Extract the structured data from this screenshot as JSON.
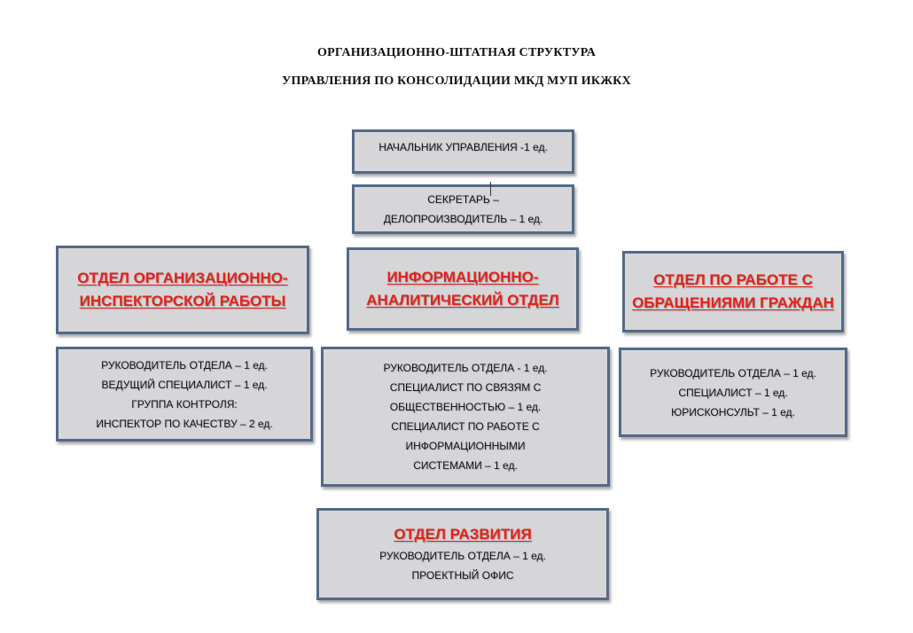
{
  "title": {
    "line1": "ОРГАНИЗАЦИОННО-ШТАТНАЯ СТРУКТУРА",
    "line2": "УПРАВЛЕНИЯ ПО КОНСОЛИДАЦИИ МКД МУП ИКЖКХ"
  },
  "head": {
    "lines": [
      "НАЧАЛЬНИК УПРАВЛЕНИЯ -1 ед."
    ]
  },
  "secretary": {
    "lines": [
      "СЕКРЕТАРЬ –",
      "ДЕЛОПРОИЗВОДИТЕЛЬ – 1 ед."
    ]
  },
  "departments": {
    "org_inspection": {
      "title_lines": [
        "ОТДЕЛ ОРГАНИЗАЦИОННО-",
        "ИНСПЕКТОРСКОЙ РАБОТЫ"
      ]
    },
    "info_analytic": {
      "title_lines": [
        "ИНФОРМАЦИОННО-",
        "АНАЛИТИЧЕСКИЙ ОТДЕЛ"
      ]
    },
    "citizens": {
      "title_lines": [
        "ОТДЕЛ ПО РАБОТЕ С",
        "ОБРАЩЕНИЯМИ ГРАЖДАН"
      ]
    }
  },
  "staff": {
    "org_inspection": {
      "lines": [
        "РУКОВОДИТЕЛЬ ОТДЕЛА – 1 ед.",
        "ВЕДУЩИЙ СПЕЦИАЛИСТ – 1 ед.",
        "ГРУППА КОНТРОЛЯ:",
        "ИНСПЕКТОР ПО КАЧЕСТВУ – 2 ед."
      ]
    },
    "info_analytic": {
      "lines": [
        "РУКОВОДИТЕЛЬ ОТДЕЛА - 1 ед.",
        "СПЕЦИАЛИСТ ПО СВЯЗЯМ С",
        "ОБЩЕСТВЕННОСТЬЮ – 1 ед.",
        "СПЕЦИАЛИСТ ПО РАБОТЕ С",
        "ИНФОРМАЦИОННЫМИ",
        "СИСТЕМАМИ – 1 ед."
      ]
    },
    "citizens": {
      "lines": [
        "РУКОВОДИТЕЛЬ ОТДЕЛА – 1 ед.",
        "СПЕЦИАЛИСТ – 1 ед.",
        "ЮРИСКОНСУЛЬТ – 1 ед."
      ]
    }
  },
  "development": {
    "title": "ОТДЕЛ РАЗВИТИЯ",
    "lines": [
      "РУКОВОДИТЕЛЬ ОТДЕЛА – 1 ед.",
      "ПРОЕКТНЫЙ ОФИС"
    ]
  }
}
